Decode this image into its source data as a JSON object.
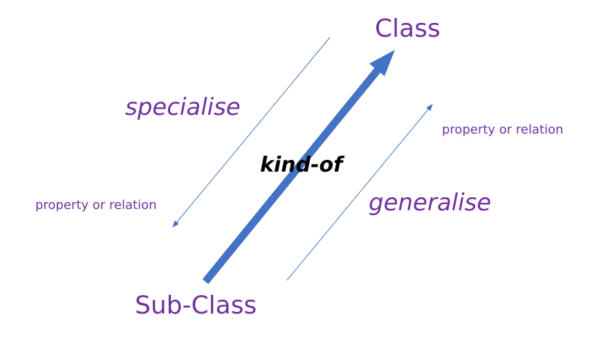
{
  "colors": {
    "text_purple": "#7030a0",
    "arrow_blue": "#4472c4",
    "label_black": "#000000"
  },
  "nodes": {
    "superclass": "Class",
    "subclass": "Sub-Class"
  },
  "edges": {
    "main_relation": "kind-of",
    "downward": "specialise",
    "upward": "generalise",
    "downward_annotation": "property or relation",
    "upward_annotation": "property or relation"
  }
}
